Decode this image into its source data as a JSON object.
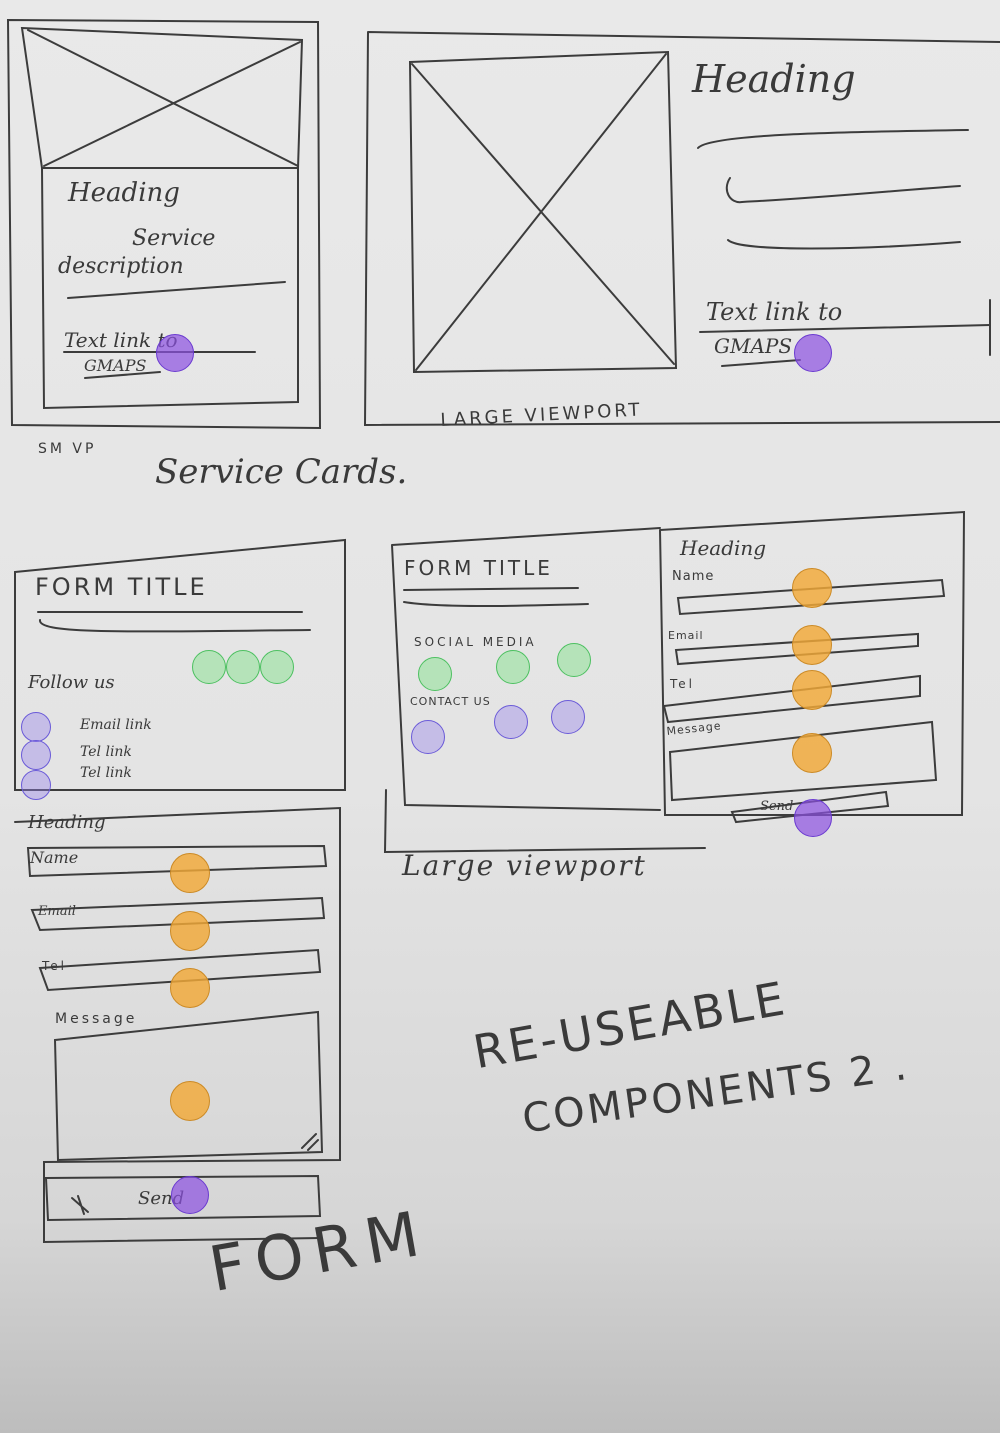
{
  "page_title": "RE-USEABLE COMPONENTS 2 .",
  "page_title_line1": "RE-USEABLE",
  "page_title_line2": "COMPONENTS 2 .",
  "section_service_cards": "Service Cards.",
  "section_form": "FORM",
  "colors": {
    "paper": "#e6e6e6",
    "ink": "#3a3a3a",
    "input_marker": "#f2a837",
    "link_marker": "#8c50e1",
    "social_marker": "#6ee178"
  },
  "service_card_small": {
    "viewport_label": "SM VP",
    "heading": "Heading",
    "description_line1": "Service",
    "description_line2": "description",
    "link_line1": "Text link to",
    "link_line2": "GMAPS"
  },
  "service_card_large": {
    "viewport_label": "LARGE VIEWPORT",
    "heading": "Heading",
    "link_line1": "Text link to",
    "link_line2": "GMAPS"
  },
  "form_small": {
    "title": "FORM TITLE",
    "follow_label": "Follow us",
    "contact_links": [
      "Email link",
      "Tel link",
      "Tel link"
    ],
    "heading": "Heading",
    "field_labels": [
      "Name",
      "Email",
      "Tel",
      "Message"
    ],
    "send_label": "Send"
  },
  "form_large": {
    "viewport_label": "Large viewport",
    "title": "FORM TITLE",
    "social_label": "SOCIAL MEDIA",
    "contact_label": "CONTACT US",
    "heading": "Heading",
    "field_labels": [
      "Name",
      "Email",
      "Tel",
      "Message"
    ],
    "send_label": "Send"
  }
}
